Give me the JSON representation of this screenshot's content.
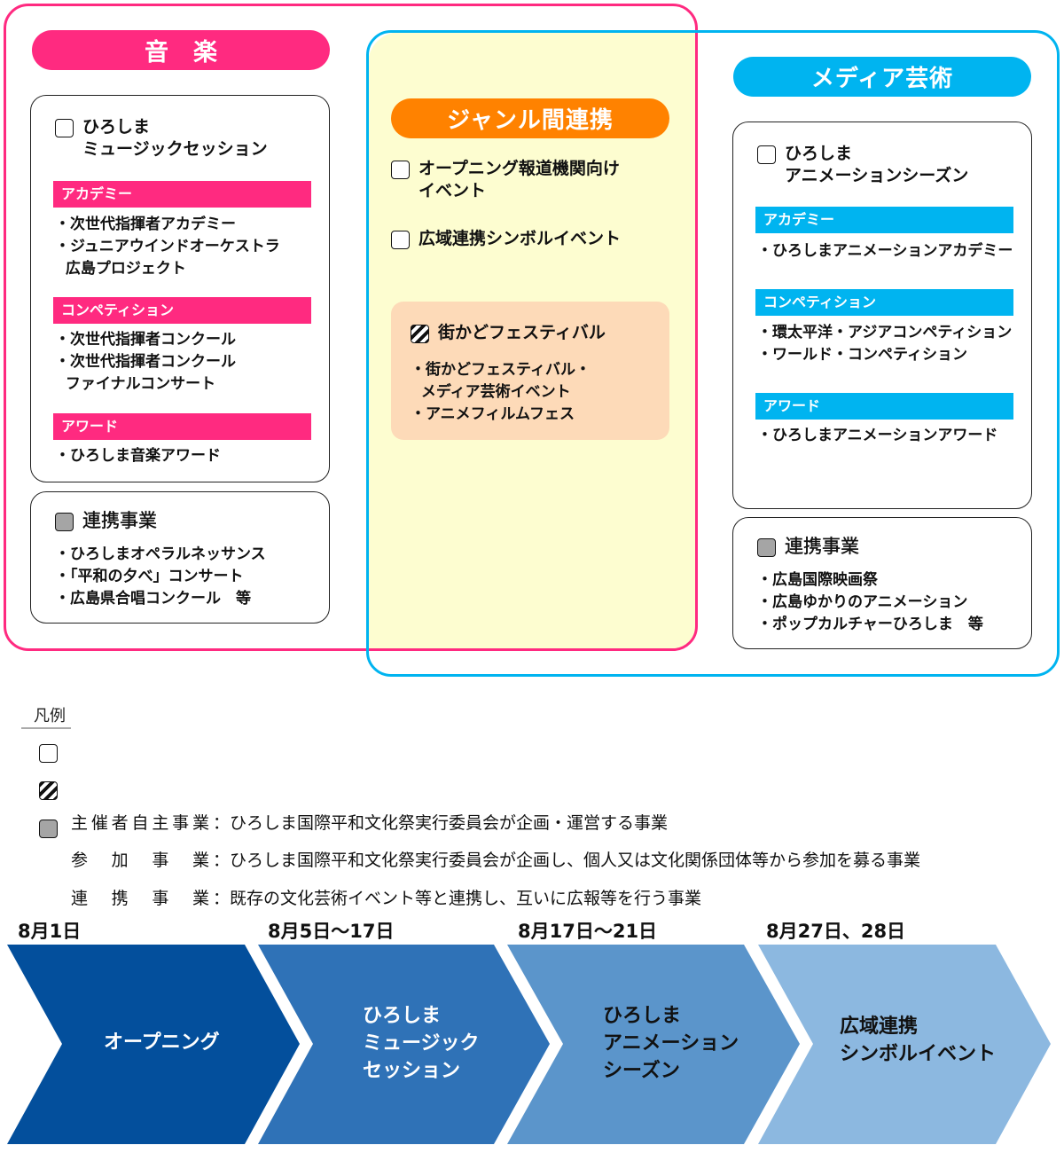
{
  "colors": {
    "music": "#FF2A80",
    "media": "#00B4F0",
    "genre": "#FF8200",
    "overlap_bg": "#FDFDD0",
    "festival_bg": "#FDDAB8",
    "coop_icon": "#A5A5A5",
    "timeline": [
      "#034F9C",
      "#2F72B7",
      "#5B95CB",
      "#8CB8E0"
    ]
  },
  "music": {
    "title": "音楽",
    "main_card": {
      "icon": "empty-square-icon",
      "title_line1": "ひろしま",
      "title_line2": "ミュージックセッション",
      "sections": [
        {
          "label": "アカデミー",
          "items": [
            "・次世代指揮者アカデミー",
            "・ジュニアウインドオーケストラ",
            "  広島プロジェクト"
          ]
        },
        {
          "label": "コンペティション",
          "items": [
            "・次世代指揮者コンクール",
            "・次世代指揮者コンクール",
            "  ファイナルコンサート"
          ]
        },
        {
          "label": "アワード",
          "items": [
            "・ひろしま音楽アワード"
          ]
        }
      ]
    },
    "coop_card": {
      "icon": "gray-square-icon",
      "title": "連携事業",
      "items": [
        "・ひろしまオペラルネッサンス",
        "・「平和の夕べ」コンサート",
        "・広島県合唱コンクール　等"
      ]
    }
  },
  "genre": {
    "title": "ジャンル間連携",
    "items": [
      {
        "icon": "empty-square-icon",
        "line1": "オープニング報道機関向け",
        "line2": "イベント"
      },
      {
        "icon": "empty-square-icon",
        "line1": "広域連携シンボルイベント"
      }
    ],
    "festival": {
      "icon": "hatched-square-icon",
      "title": "街かどフェスティバル",
      "items": [
        "・街かどフェスティバル・",
        "  メディア芸術イベント",
        "・アニメフィルムフェス"
      ]
    }
  },
  "media": {
    "title": "メディア芸術",
    "main_card": {
      "icon": "empty-square-icon",
      "title_line1": "ひろしま",
      "title_line2": "アニメーションシーズン",
      "sections": [
        {
          "label": "アカデミー",
          "items": [
            "・ひろしまアニメーションアカデミー"
          ]
        },
        {
          "label": "コンペティション",
          "items": [
            "・環太平洋・アジアコンペティション",
            "・ワールド・コンペティション"
          ]
        },
        {
          "label": "アワード",
          "items": [
            "・ひろしまアニメーションアワード"
          ]
        }
      ]
    },
    "coop_card": {
      "icon": "gray-square-icon",
      "title": "連携事業",
      "items": [
        "・広島国際映画祭",
        "・広島ゆかりのアニメーション",
        "・ポップカルチャーひろしま　等"
      ]
    }
  },
  "legend": {
    "title": "凡例",
    "rows": [
      {
        "icon": "empty-square-icon",
        "label_chars": [
          "主",
          "催",
          "者",
          "自",
          "主",
          "事",
          "業"
        ],
        "desc": "：ひろしま国際平和文化祭実行委員会が企画・運営する事業"
      },
      {
        "icon": "hatched-square-icon",
        "label_chars": [
          "参",
          "加",
          "事",
          "業"
        ],
        "desc": "：ひろしま国際平和文化祭実行委員会が企画し、個人又は文化関係団体等から参加を募る事業"
      },
      {
        "icon": "gray-square-icon",
        "label_chars": [
          "連",
          "携",
          "事",
          "業"
        ],
        "desc": "：既存の文化芸術イベント等と連携し、互いに広報等を行う事業"
      }
    ]
  },
  "timeline": [
    {
      "date": "8月1日",
      "lines": [
        "オープニング"
      ]
    },
    {
      "date": "8月5日～17日",
      "lines": [
        "ひろしま",
        "ミュージック",
        "セッション"
      ]
    },
    {
      "date": "8月17日～21日",
      "lines": [
        "ひろしま",
        "アニメーション",
        "シーズン"
      ]
    },
    {
      "date": "8月27日、28日",
      "lines": [
        "広域連携",
        "シンボルイベント"
      ]
    }
  ]
}
